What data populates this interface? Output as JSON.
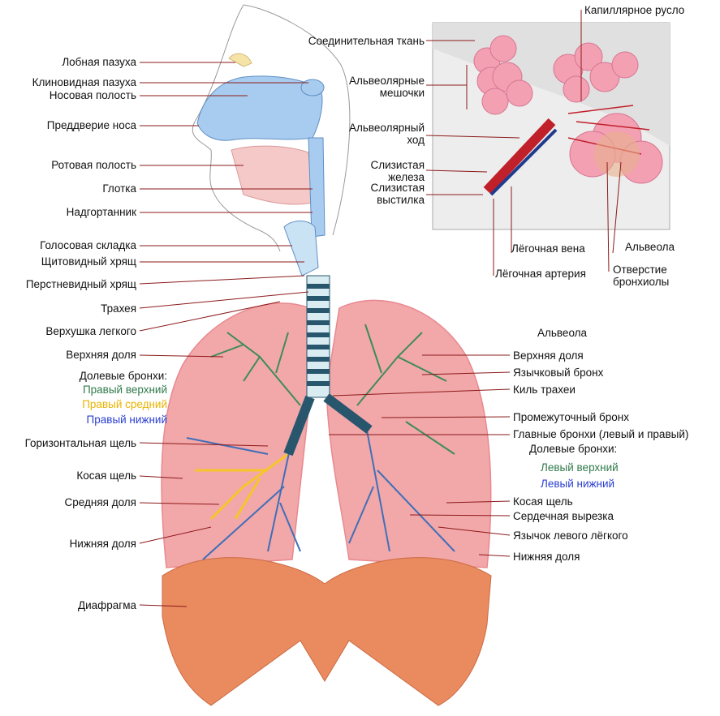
{
  "labels_left": {
    "frontal_sinus": "Лобная пазуха",
    "sphenoid_sinus": "Клиновидная пазуха",
    "nasal_cavity": "Носовая полость",
    "nasal_vestibule": "Преддверие носа",
    "oral_cavity": "Ротовая полость",
    "pharynx": "Глотка",
    "epiglottis": "Надгортанник",
    "vocal_fold": "Голосовая складка",
    "thyroid_cartilage": "Щитовидный хрящ",
    "cricoid_cartilage": "Перстневидный хрящ",
    "trachea": "Трахея",
    "lung_apex": "Верхушка легкого",
    "upper_lobe": "Верхняя доля",
    "lobar_bronchi_title": "Долевые бронхи:",
    "right_upper": "Правый верхний",
    "right_middle": "Правый средний",
    "right_lower": "Правый нижний",
    "horizontal_fissure": "Горизонтальная щель",
    "oblique_fissure": "Косая щель",
    "middle_lobe": "Средняя доля",
    "lower_lobe": "Нижняя доля",
    "diaphragm": "Диафрагма"
  },
  "labels_right": {
    "upper_lobe": "Верхняя доля",
    "lingular_bronchus": "Язычковый бронх",
    "carina": "Киль трахеи",
    "intermediate_bronchus": "Промежуточный бронх",
    "main_bronchi": "Главные бронхи (левый и правый)",
    "lobar_bronchi_title": "Долевые бронхи:",
    "left_upper": "Левый верхний",
    "left_lower": "Левый нижний",
    "oblique_fissure": "Косая щель",
    "cardiac_notch": "Сердечная вырезка",
    "lingula": "Язычок левого лёгкого",
    "lower_lobe": "Нижняя доля",
    "alveolus_main": "Альвеола"
  },
  "labels_inset": {
    "capillary_bed": "Капиллярное русло",
    "connective_tissue": "Соединительная ткань",
    "alveolar_sacs": "Альвеолярные\nмешочки",
    "alveolar_duct": "Альвеолярный\nход",
    "mucous_gland": "Слизистая\nжелеза",
    "mucous_lining": "Слизистая\nвыстилка",
    "pulmonary_vein": "Лёгочная вена",
    "alveolus": "Альвеола",
    "pulmonary_artery": "Лёгочная артерия",
    "bronchiole_opening": "Отверстие\nбронхиолы"
  },
  "colors": {
    "lung": "#f2a7a9",
    "lung_edge": "#e88990",
    "diaphragm": "#e98a5f",
    "nasal": "#a8ccef",
    "bronchi_upper": "#3d8b5c",
    "bronchi_middle": "#f6c52a",
    "bronchi_lower": "#3f6fb8",
    "trachea_dark": "#27566d",
    "trachea_light": "#d8ecf2",
    "inset_bg": "#ededed",
    "alveoli": "#f3a0b3",
    "artery": "#c0202a",
    "vein": "#1f3c8e",
    "leader": "#8c1a1a"
  }
}
